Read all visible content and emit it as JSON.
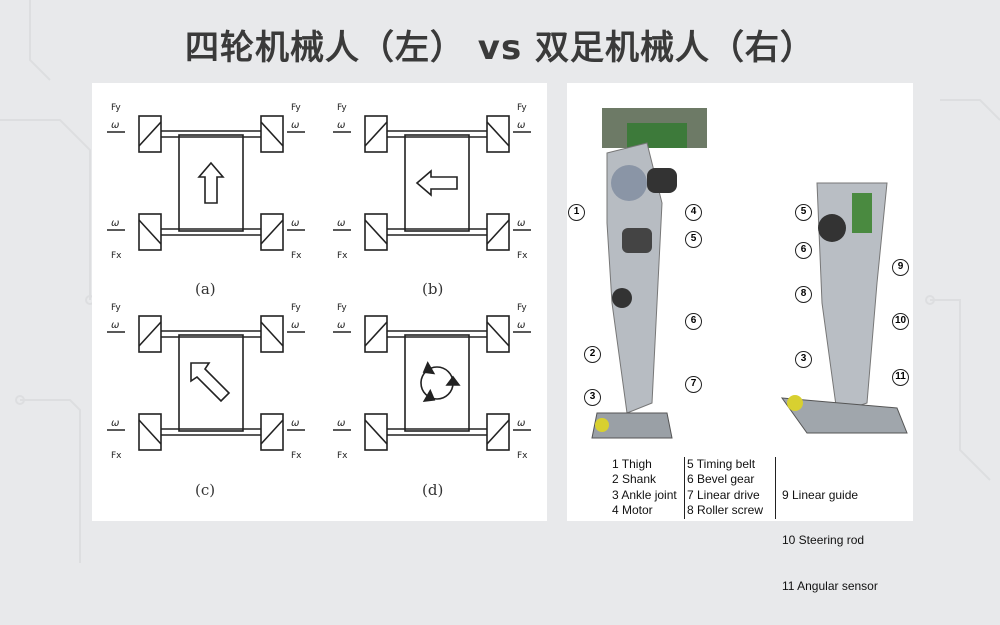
{
  "title": "四轮机械人（左） vs 双足机械人（右）",
  "left_figure": {
    "captions": [
      "(a)",
      "(b)",
      "(c)",
      "(d)"
    ],
    "symbols": {
      "omega": "ω",
      "force_x": "Fx",
      "force_y": "Fy"
    }
  },
  "right_figure": {
    "callouts_left_leg": [
      "1",
      "2",
      "3",
      "4",
      "5",
      "6",
      "7"
    ],
    "callouts_right_leg": [
      "5",
      "6",
      "9",
      "8",
      "10",
      "3",
      "11"
    ],
    "legend": [
      [
        "1 Thigh",
        "2 Shank",
        "3 Ankle joint",
        "4 Motor"
      ],
      [
        "5 Timing belt",
        "6 Bevel gear",
        "7 Linear drive",
        "8 Roller screw"
      ],
      [
        " 9 Linear guide",
        "10 Steering rod",
        "11 Angular sensor"
      ]
    ]
  }
}
